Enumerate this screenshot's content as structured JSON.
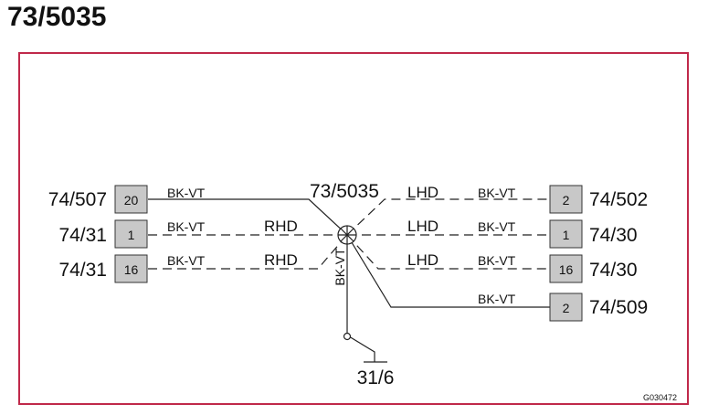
{
  "title": "73/5035",
  "colors": {
    "frame": "#c0294a",
    "pin_fill": "#c8c8c8",
    "line": "#222222"
  },
  "center_label": "73/5035",
  "ground_label": "31/6",
  "figure_code": "G030472",
  "ground_wire": "BK-VT",
  "left": [
    {
      "connector": "74/507",
      "pin": "20",
      "wire": "BK-VT",
      "variant": ""
    },
    {
      "connector": "74/31",
      "pin": "1",
      "wire": "BK-VT",
      "variant": "RHD"
    },
    {
      "connector": "74/31",
      "pin": "16",
      "wire": "BK-VT",
      "variant": "RHD"
    }
  ],
  "right": [
    {
      "connector": "74/502",
      "pin": "2",
      "wire": "BK-VT",
      "variant": "LHD"
    },
    {
      "connector": "74/30",
      "pin": "1",
      "wire": "BK-VT",
      "variant": "LHD"
    },
    {
      "connector": "74/30",
      "pin": "16",
      "wire": "BK-VT",
      "variant": "LHD"
    },
    {
      "connector": "74/509",
      "pin": "2",
      "wire": "BK-VT",
      "variant": ""
    }
  ]
}
